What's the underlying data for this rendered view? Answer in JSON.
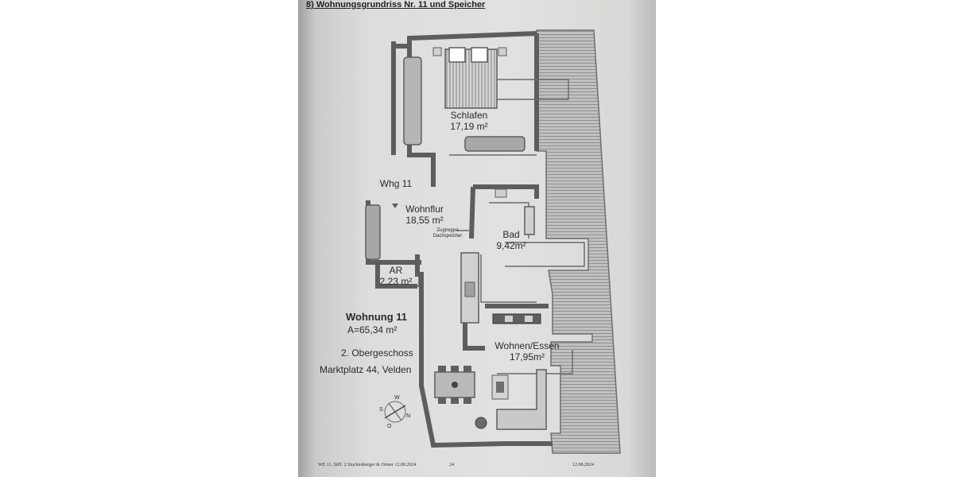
{
  "document": {
    "title": "8) Wohnungsgrundriss Nr. 11 und Speicher"
  },
  "rooms": {
    "schlafen": {
      "name": "Schlafen",
      "area": "17,19 m²"
    },
    "wohnflur": {
      "name": "Wohnflur",
      "area": "18,55 m²"
    },
    "bad": {
      "name": "Bad",
      "area": "9,42m²"
    },
    "ar": {
      "name": "AR",
      "area": "2,23 m²"
    },
    "wohnen": {
      "name": "Wohnen/Essen",
      "area": "17,95m²"
    }
  },
  "entrance_label": "Whg 11",
  "stair_note": {
    "line1": "Zugtreppe",
    "line2": "Dachspeicher"
  },
  "apartment_info": {
    "title": "Wohnung 11",
    "area": "A=65,34 m²",
    "floor": "2. Obergeschoss",
    "address": "Marktplatz 44, Velden"
  },
  "compass": {
    "n": "N",
    "o": "O",
    "s": "S",
    "w": "W"
  },
  "footer": {
    "left": "WE 11, StPl. 2 Stuckenberger & Ortner 12.08.2024",
    "page": "24",
    "date": "12.08.2024"
  },
  "colors": {
    "wall": "#5c5e5c",
    "paper": "#e0e2df",
    "roof_stripe": "#9a9c9a"
  }
}
